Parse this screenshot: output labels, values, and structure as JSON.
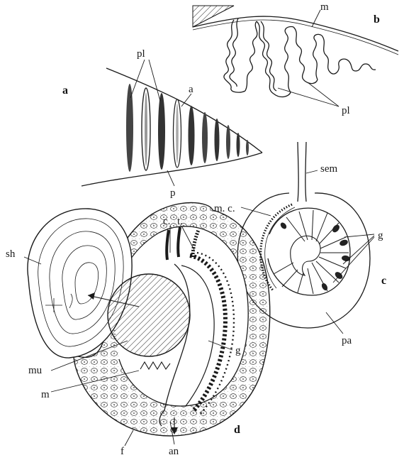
{
  "panels": {
    "a": {
      "panel_label": "a",
      "labels": {
        "plate": "pl",
        "a": "a",
        "p": "p"
      }
    },
    "b": {
      "panel_label": "b",
      "labels": {
        "m": "m",
        "plate": "pl"
      }
    },
    "c": {
      "panel_label": "c",
      "labels": {
        "sem": "sem",
        "mc": "m. c.",
        "g": "g",
        "pa": "pa"
      }
    },
    "d": {
      "panel_label": "d",
      "labels": {
        "sh": "sh",
        "c": "c.",
        "t": "t.",
        "g": "g",
        "mu": "mu",
        "m": "m",
        "f": "f",
        "an": "an"
      }
    }
  },
  "colors": {
    "ink": "#1a1a1a",
    "paper": "#ffffff"
  }
}
